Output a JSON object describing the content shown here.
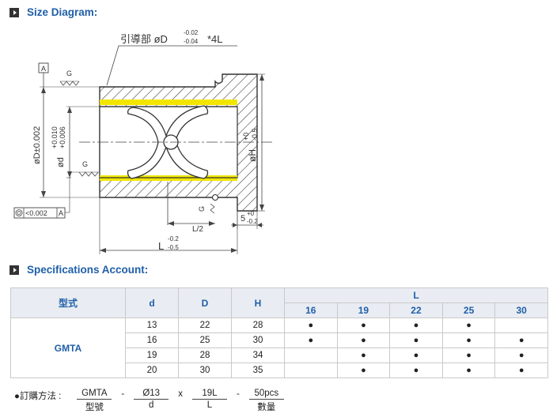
{
  "sections": {
    "size_title": "Size Diagram:",
    "spec_title": "Specifications Account:"
  },
  "diagram": {
    "guide": "引導部 øD",
    "guide_tol_top": "-0.02",
    "guide_tol_bot": "-0.04",
    "guide_suffix": "*4L",
    "datum": "A",
    "g": "G",
    "dim_D": "øD±0.002",
    "dim_d": "ød",
    "dim_d_tol_top": "+0.010",
    "dim_d_tol_bot": "+0.006",
    "dim_H": "øH",
    "dim_H_tol_top": "+0",
    "dim_H_tol_bot": "-0.5",
    "conc_val": "<0.002",
    "conc_ref": "A",
    "half_L": "L/2",
    "dim_5": "5",
    "dim_5_tol_top": "+0",
    "dim_5_tol_bot": "-0.2",
    "dim_L": "L",
    "dim_L_tol_top": "-0.2",
    "dim_L_tol_bot": "-0.5"
  },
  "table": {
    "col_model": "型式",
    "col_d": "d",
    "col_D": "D",
    "col_H": "H",
    "col_L": "L",
    "L_values": [
      "16",
      "19",
      "22",
      "25",
      "30"
    ],
    "model": "GMTA",
    "rows": [
      {
        "d": "13",
        "D": "22",
        "H": "28",
        "marks": [
          "●",
          "●",
          "●",
          "●",
          ""
        ]
      },
      {
        "d": "16",
        "D": "25",
        "H": "30",
        "marks": [
          "●",
          "●",
          "●",
          "●",
          "●"
        ]
      },
      {
        "d": "19",
        "D": "28",
        "H": "34",
        "marks": [
          "",
          "●",
          "●",
          "●",
          "●"
        ]
      },
      {
        "d": "20",
        "D": "30",
        "H": "35",
        "marks": [
          "",
          "●",
          "●",
          "●",
          "●"
        ]
      }
    ]
  },
  "order": {
    "label": "●訂購方法 :",
    "items": [
      {
        "top": "GMTA",
        "bottom": "型號"
      },
      {
        "top": "Ø13",
        "bottom": "d"
      },
      {
        "top": "19L",
        "bottom": "L"
      },
      {
        "top": "50pcs",
        "bottom": "數量"
      }
    ],
    "separators": [
      "-",
      "x",
      "-"
    ]
  },
  "colors": {
    "accent": "#1f5fa8",
    "groove": "#f2e600",
    "header_bg": "#e9ecf2"
  }
}
